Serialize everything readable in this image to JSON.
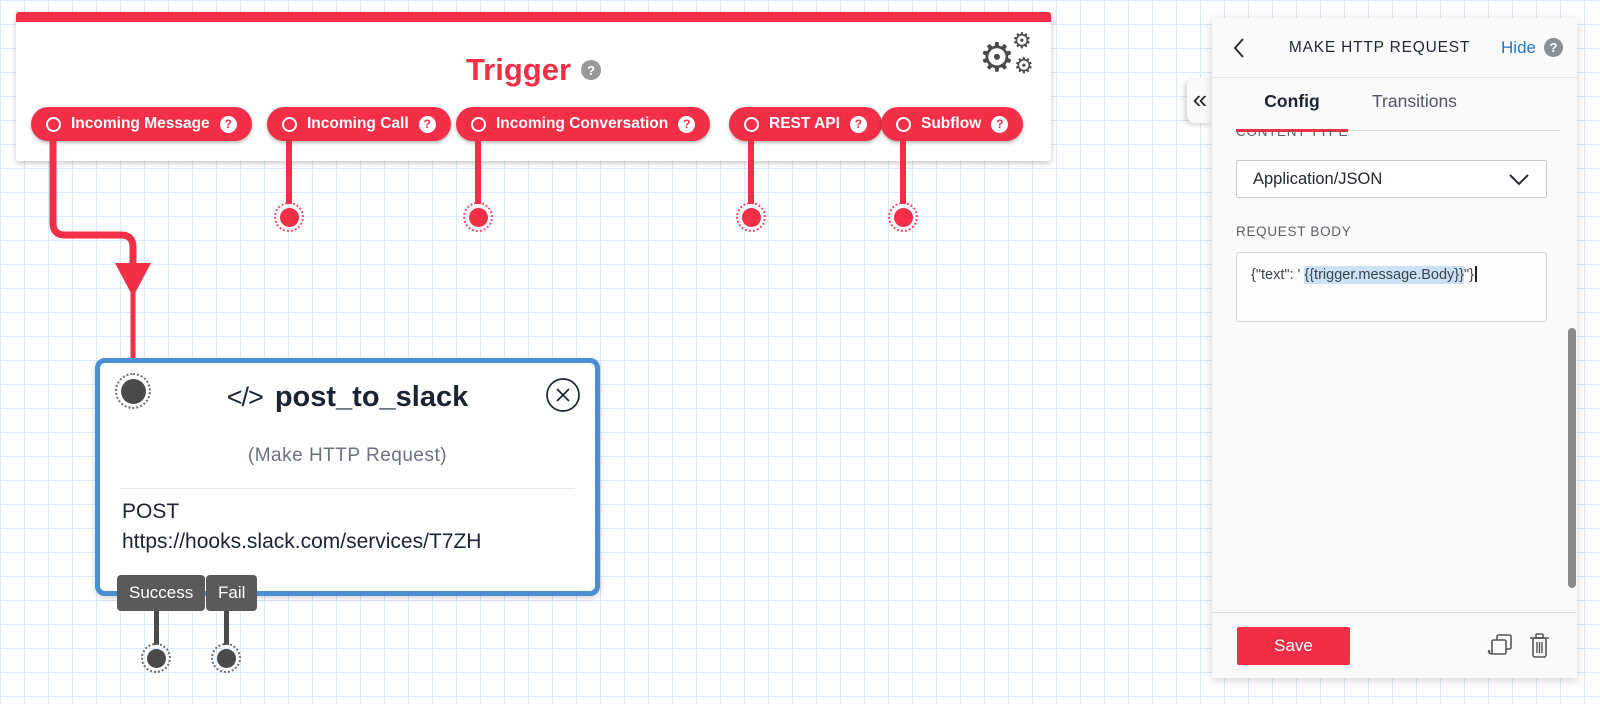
{
  "trigger": {
    "title": "Trigger",
    "pills": [
      "Incoming Message",
      "Incoming Call",
      "Incoming Conversation",
      "REST API",
      "Subflow"
    ]
  },
  "widget": {
    "code_icon": "</>",
    "name": "post_to_slack",
    "subtitle": "(Make HTTP Request)",
    "method": "POST",
    "url": "https://hooks.slack.com/services/T7ZH",
    "transitions": {
      "success": "Success",
      "fail": "Fail"
    }
  },
  "panel": {
    "title": "MAKE HTTP REQUEST",
    "hide_label": "Hide",
    "collapse_glyph": "«",
    "tabs": {
      "config": "Config",
      "transitions": "Transitions"
    },
    "content_type": {
      "label": "CONTENT TYPE",
      "value": "Application/JSON"
    },
    "request_body": {
      "label": "REQUEST BODY",
      "prefix": "{\"text\": ' ",
      "highlight": "{{trigger.message.Body}}",
      "suffix": "\"}"
    },
    "save_label": "Save"
  },
  "icons": {
    "gear_glyph": "⚙",
    "help_glyph": "?"
  },
  "colors": {
    "accent_red": "#f22f46",
    "selection_blue": "#4a90d2",
    "link_blue": "#2077c8",
    "token_highlight": "#cbe2f6",
    "connector_dark": "#4a4a4a"
  }
}
